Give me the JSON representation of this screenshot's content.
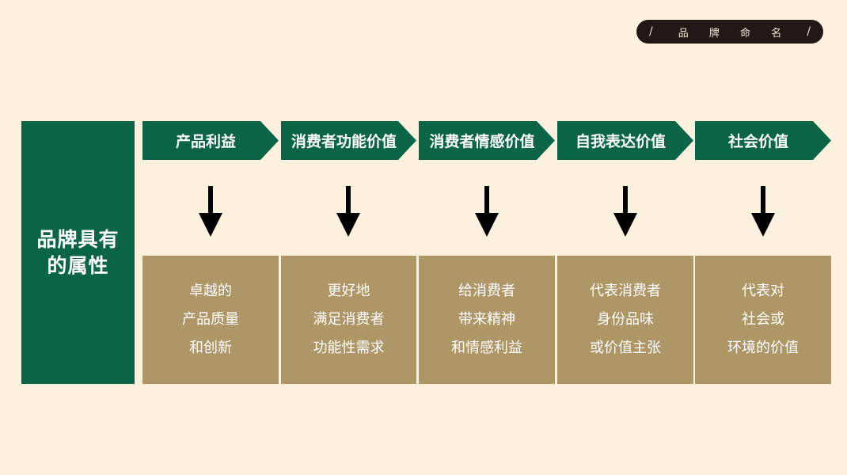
{
  "header": {
    "tag": "品 牌 命 名",
    "slash_left": "/",
    "slash_right": "/"
  },
  "side": {
    "title_line1": "品牌具有",
    "title_line2": "的属性"
  },
  "columns": [
    {
      "header": "产品利益",
      "lines": [
        "卓越的",
        "产品质量",
        "和创新"
      ]
    },
    {
      "header": "消费者功能价值",
      "lines": [
        "更好地",
        "满足消费者",
        "功能性需求"
      ]
    },
    {
      "header": "消费者情感价值",
      "lines": [
        "给消费者",
        "带来精神",
        "和情感利益"
      ]
    },
    {
      "header": "自我表达价值",
      "lines": [
        "代表消费者",
        "身份品味",
        "或价值主张"
      ]
    },
    {
      "header": "社会价值",
      "lines": [
        "代表对",
        "社会或",
        "环境的价值"
      ]
    }
  ],
  "colors": {
    "green": "#0a6446",
    "khaki": "#ae9667",
    "background": "#fcf0df",
    "pill": "#231815",
    "arrow": "#000000"
  },
  "icons": {
    "connector": "arrow-down-icon"
  }
}
